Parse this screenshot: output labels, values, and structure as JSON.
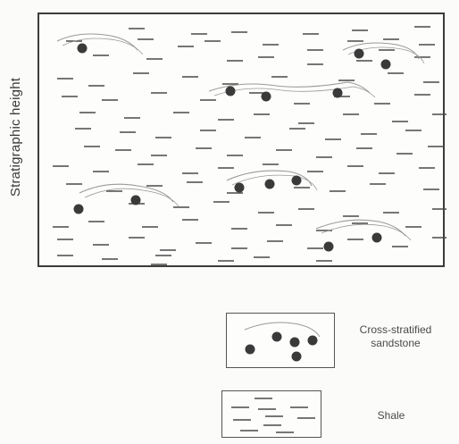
{
  "axis": {
    "label": "Stratigraphic height"
  },
  "legend": {
    "sandstone_label": "Cross-stratified sandstone",
    "shale_label": "Shale"
  },
  "colors": {
    "border": "#3c3c3c",
    "shale_dash": "#4a4a4a",
    "pebble": "#3a3a3a",
    "cross_bed": "#9a9a9a"
  }
}
